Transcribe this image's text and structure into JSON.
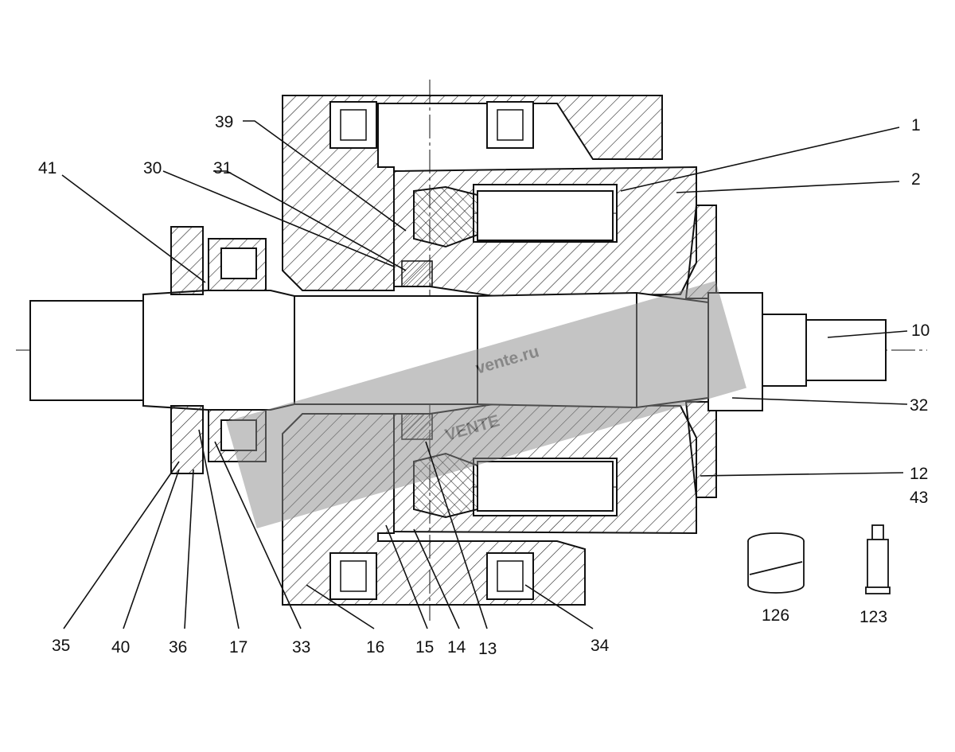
{
  "callouts": {
    "c1": "1",
    "c2": "2",
    "c10": "10",
    "c32": "32",
    "c12": "12",
    "c43": "43",
    "c39": "39",
    "c41": "41",
    "c30": "30",
    "c31": "31",
    "c35": "35",
    "c40": "40",
    "c36": "36",
    "c17": "17",
    "c33": "33",
    "c16": "16",
    "c15": "15",
    "c14": "14",
    "c13": "13",
    "c34": "34",
    "c126": "126",
    "c123": "123"
  },
  "watermark": {
    "brand": "VENTE",
    "site": "vente.ru"
  },
  "colors": {
    "line": "#111111",
    "hatch": "#222222",
    "watermark": "#8a8a8a"
  }
}
